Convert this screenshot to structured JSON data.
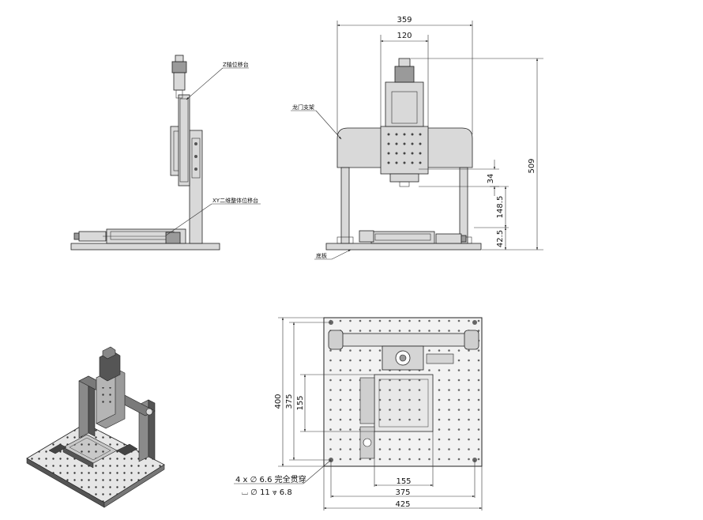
{
  "colors": {
    "line": "#222222",
    "fill_light": "#d9d9d9",
    "fill_dark": "#9a9a9a",
    "background": "#ffffff"
  },
  "side_view": {
    "label_z_stage": "Z轴位移台",
    "label_xy_stage": "XY二维整体位移台"
  },
  "front_view": {
    "label_gantry": "龙门支架",
    "label_base": "底板",
    "dim_width_total": "359",
    "dim_width_stage": "120",
    "dim_height_total": "509",
    "dim_34": "34",
    "dim_148_5": "148.5",
    "dim_42_5": "42.5"
  },
  "top_view": {
    "dim_400": "400",
    "dim_375_v": "375",
    "dim_155_v": "155",
    "dim_155_h": "155",
    "dim_375_h": "375",
    "dim_425": "425",
    "note_holes": "4 x ∅ 6.6 完全贯穿",
    "note_counterbore": "⌴ ∅ 11 ⩔ 6.8"
  }
}
